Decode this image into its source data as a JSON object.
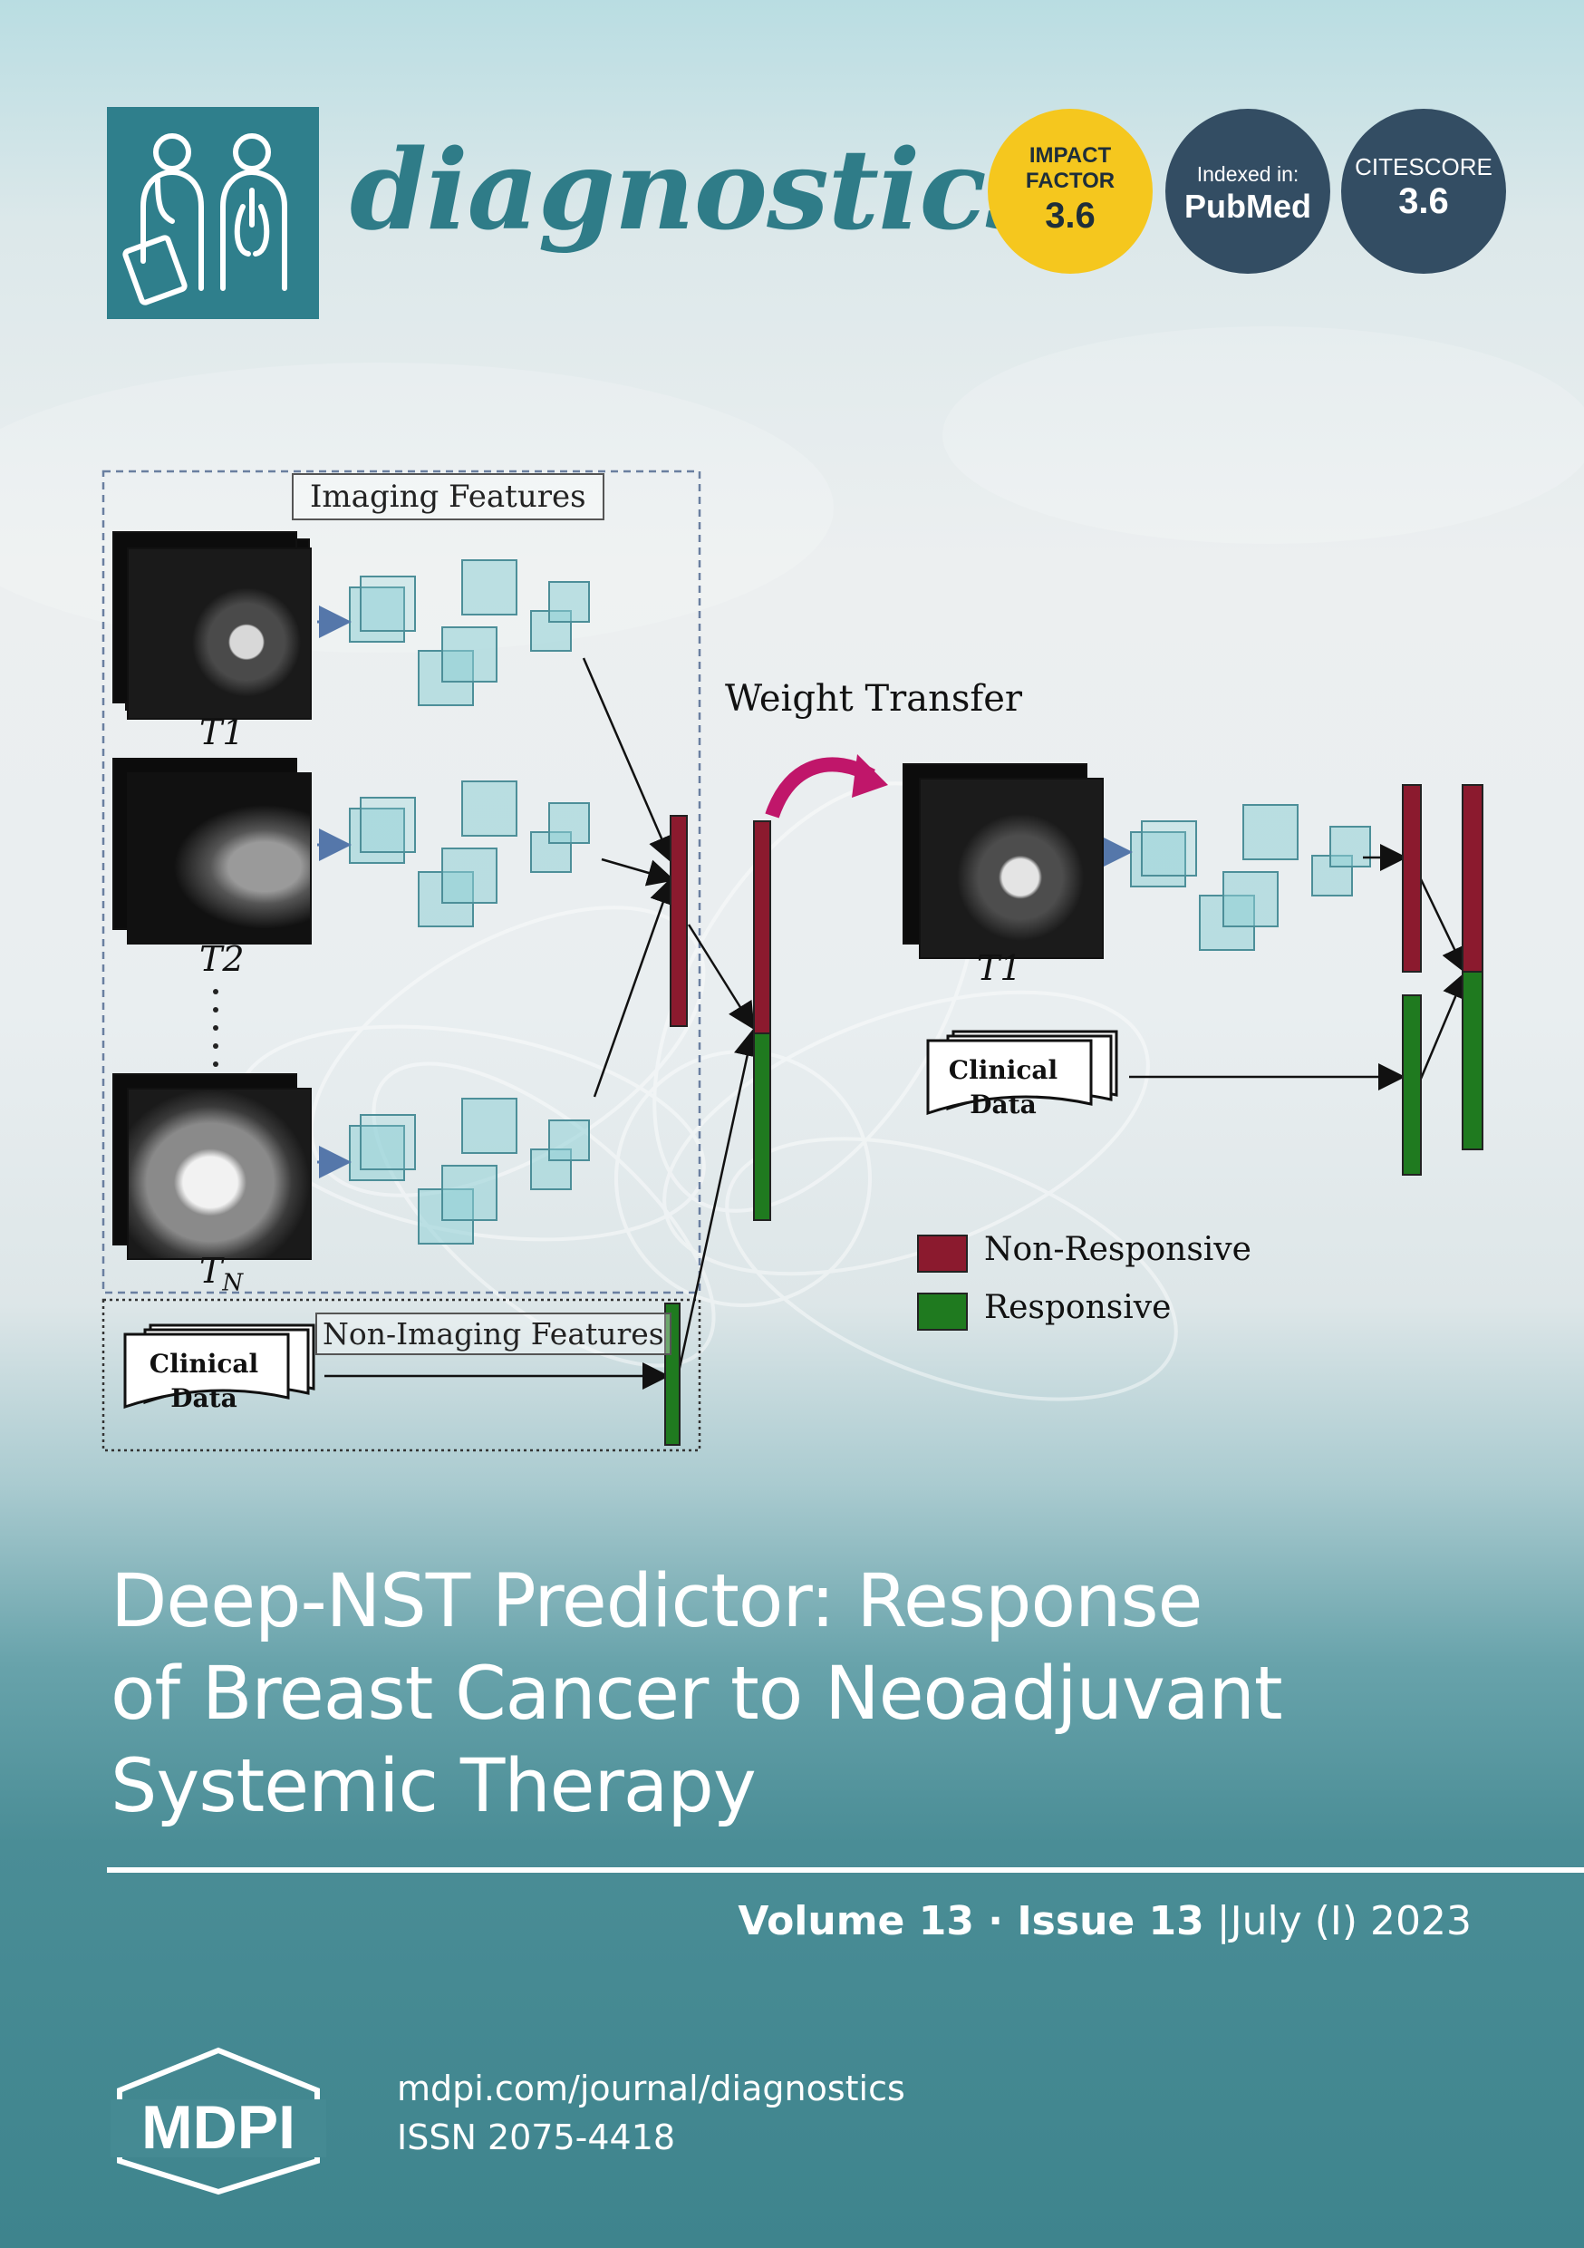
{
  "journal": {
    "name": "diagnostics",
    "brand_color": "#2f7f8c",
    "logo_icon": "doctor-patient-icon"
  },
  "badges": {
    "impact_factor": {
      "line1": "IMPACT",
      "line2": "FACTOR",
      "value": "3.6",
      "color": "#f5c71e"
    },
    "indexed": {
      "label": "Indexed in:",
      "value": "PubMed",
      "color": "#334d63"
    },
    "citescore": {
      "label": "CITESCORE",
      "value": "3.6",
      "color": "#334d63"
    }
  },
  "figure": {
    "imaging_features": "Imaging Features",
    "non_imaging_features": "Non-Imaging Features",
    "weight_transfer": "Weight Transfer",
    "labels": {
      "t1": "T1",
      "t2": "T2",
      "tn": "T",
      "tn_sub": "N",
      "t1_right": "T1"
    },
    "clinical_data_line1": "Clinical",
    "clinical_data_line2": "Data",
    "legend": [
      {
        "label": "Non-Responsive",
        "color": "#8b1a2e"
      },
      {
        "label": "Responsive",
        "color": "#1f7a1f"
      }
    ]
  },
  "article": {
    "title_line1": "Deep-NST Predictor: Response",
    "title_line2": "of Breast Cancer to Neoadjuvant",
    "title_line3": "Systemic Therapy"
  },
  "issue": {
    "volume": "Volume 13",
    "separator": " · ",
    "issue": "Issue 13",
    "date": "July (I) 2023"
  },
  "publisher": {
    "logo_text": "MDPI",
    "url": "mdpi.com/journal/diagnostics",
    "issn": "ISSN 2075-4418"
  }
}
